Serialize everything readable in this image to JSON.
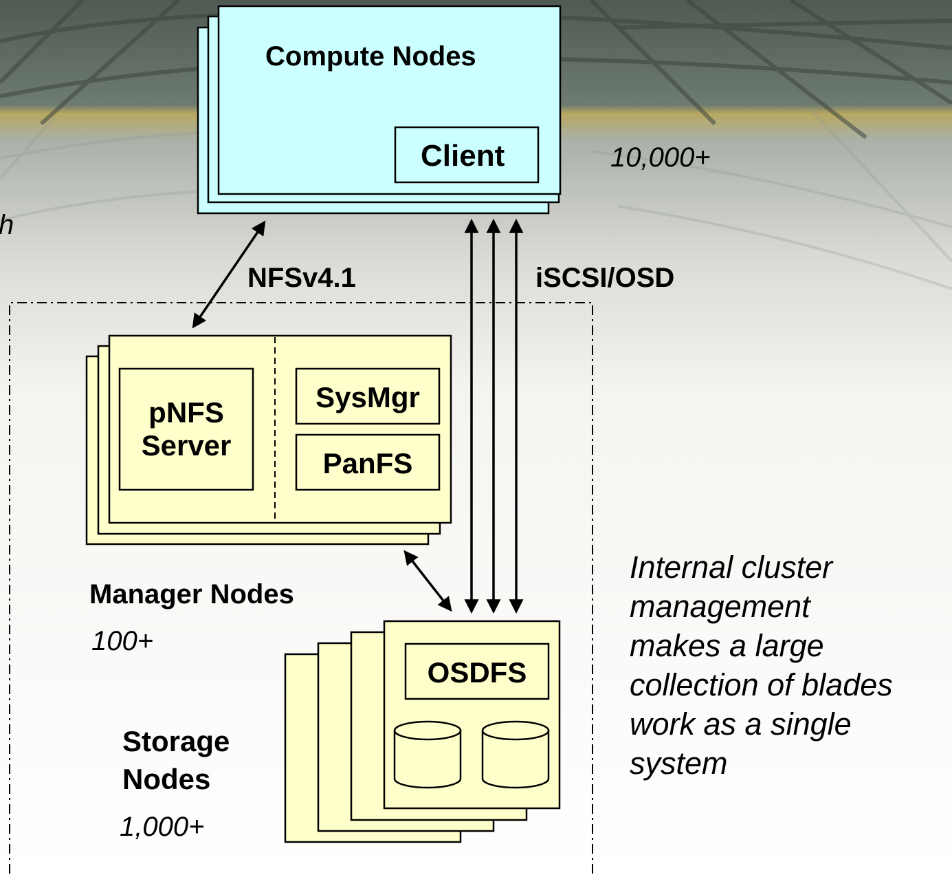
{
  "compute": {
    "title": "Compute Nodes",
    "client": "Client",
    "count": "10,000+"
  },
  "links": {
    "nfs": "NFSv4.1",
    "iscsi": "iSCSI/OSD"
  },
  "manager": {
    "pnfs_line1": "pNFS",
    "pnfs_line2": "Server",
    "sysmgr": "SysMgr",
    "panfs": "PanFS",
    "title": "Manager Nodes",
    "count": "100+"
  },
  "storage": {
    "osdfs": "OSDFS",
    "title_line1": "Storage",
    "title_line2": "Nodes",
    "count": "1,000+"
  },
  "note": {
    "lines": [
      "Internal cluster",
      "management",
      "makes a large",
      "collection of blades",
      "work as a single",
      "system"
    ]
  },
  "cut_text": "h",
  "colors": {
    "compute_fill": "#ccffff",
    "node_fill": "#ffffcc",
    "title_band": "#b5a55a"
  }
}
